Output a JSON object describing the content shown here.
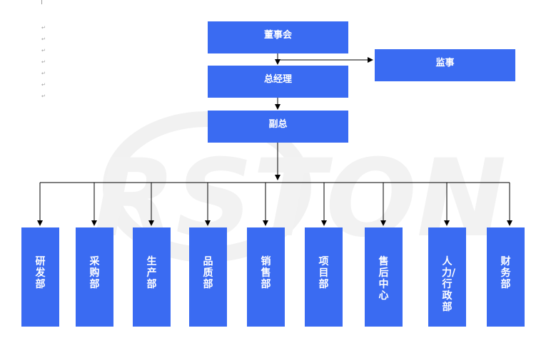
{
  "top": {
    "board": "董事会",
    "supervisor": "监事",
    "general_manager": "总经理",
    "deputy": "副总"
  },
  "departments": [
    "研发部",
    "采购部",
    "生产部",
    "品质部",
    "销售部",
    "项目部",
    "售后中心",
    "人力/行政部",
    "财务部"
  ],
  "watermark": "RSTON",
  "margin_marks": [
    "↵",
    "↵",
    "↵",
    "↵",
    "↵",
    "↵",
    "↵",
    "↵"
  ],
  "colors": {
    "box": "#3a6bf2",
    "line": "#000000",
    "watermark": "#f2f2f2"
  }
}
